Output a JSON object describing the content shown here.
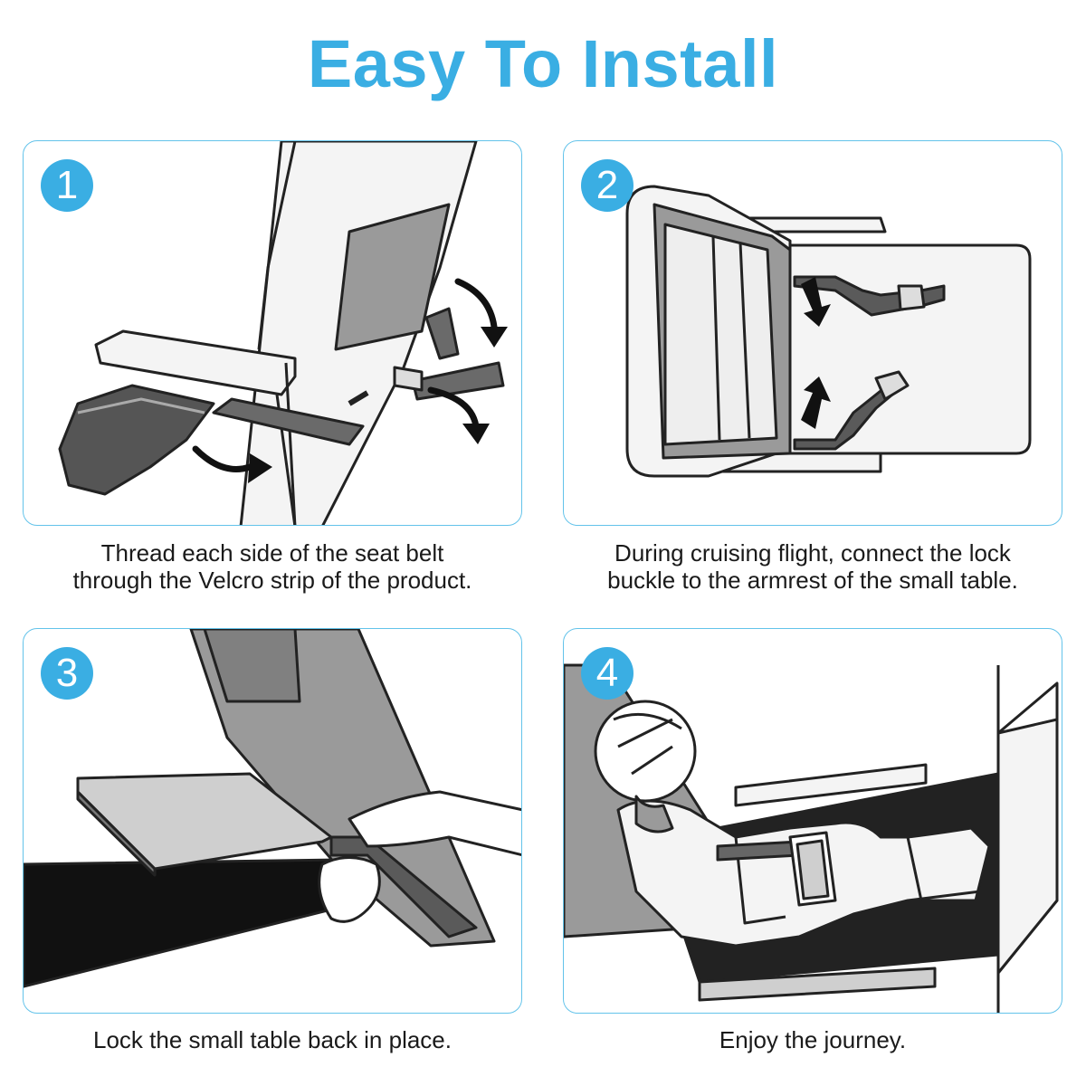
{
  "title": "Easy To Install",
  "accent_color": "#3aaee3",
  "border_color": "#63c3ea",
  "steps": [
    {
      "number": "1",
      "icon": "seat-belt-threading-illustration",
      "caption_lines": [
        "Thread each side of the seat belt",
        "through the Velcro strip of the product."
      ]
    },
    {
      "number": "2",
      "icon": "tray-table-buckle-illustration",
      "caption_lines": [
        "During cruising flight, connect the lock",
        "buckle to the armrest of the small table."
      ]
    },
    {
      "number": "3",
      "icon": "lock-table-illustration",
      "caption_lines": [
        "Lock the small table back in place."
      ]
    },
    {
      "number": "4",
      "icon": "child-resting-illustration",
      "caption_lines": [
        "Enjoy the journey."
      ]
    }
  ]
}
